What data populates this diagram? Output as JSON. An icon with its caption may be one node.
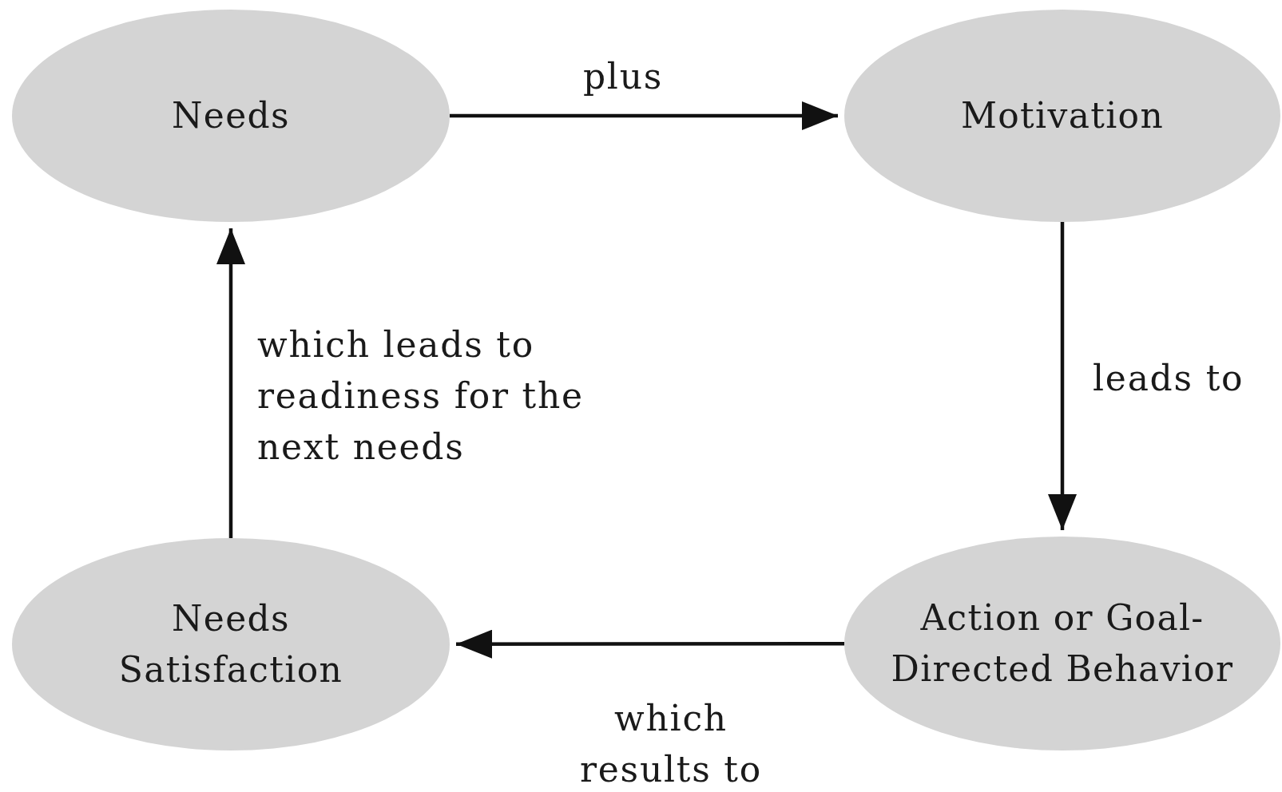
{
  "diagram": {
    "nodes": [
      {
        "text": [
          "Needs"
        ]
      },
      {
        "text": [
          "Motivation"
        ]
      },
      {
        "text": [
          "Action or Goal-Directed Behavior"
        ]
      },
      {
        "text": [
          "Needs Satisfaction"
        ]
      }
    ],
    "edges": [
      {
        "from": 0,
        "to": 1,
        "arrow": "to",
        "label": "plus"
      },
      {
        "from": 1,
        "to": 2,
        "arrow": "to",
        "label": "leads to"
      },
      {
        "from": 2,
        "to": 3,
        "arrow": "to",
        "label": "which results to"
      },
      {
        "from": 3,
        "to": 0,
        "arrow": "to",
        "label": "which leads to readiness for the next needs"
      }
    ]
  }
}
